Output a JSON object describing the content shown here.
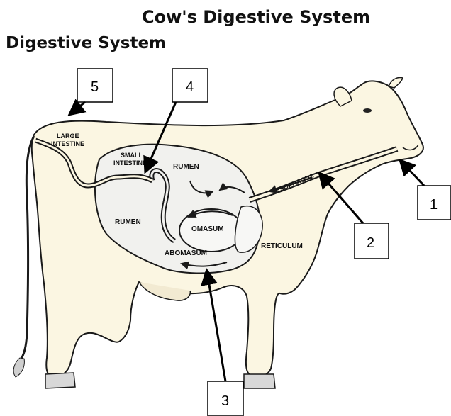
{
  "title": "Cow's Digestive System",
  "subtitle": "Digestive System",
  "organ_labels": {
    "large_intestine_1": "LARGE",
    "large_intestine_2": "INTESTINE",
    "small_intestine_1": "SMALL",
    "small_intestine_2": "INTESTINE",
    "rumen_upper": "RUMEN",
    "rumen_lower": "RUMEN",
    "omasum": "OMASUM",
    "abomasum": "ABOMASUM",
    "reticulum": "RETICULUM",
    "esophagus": "ESOPHAGUS"
  },
  "callouts": [
    "1",
    "2",
    "3",
    "4",
    "5"
  ],
  "colors": {
    "cow_fill": "#fbf6e2",
    "stomach_fill": "#f1f1ee",
    "outline": "#1a1a1a"
  }
}
